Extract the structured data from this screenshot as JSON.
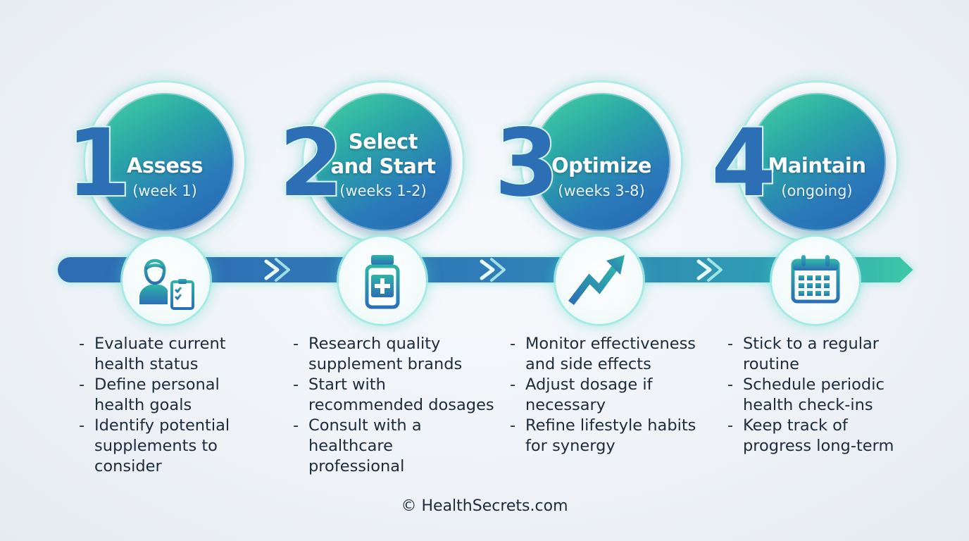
{
  "steps": [
    {
      "number": "1",
      "title_lines": [
        "Assess"
      ],
      "subtitle": "(week 1)",
      "icon": "person-clipboard-icon",
      "bullets": [
        [
          "Evaluate current",
          "health status"
        ],
        [
          "Define personal",
          "health goals"
        ],
        [
          "Identify potential",
          "supplements to",
          "consider"
        ]
      ]
    },
    {
      "number": "2",
      "title_lines": [
        "Select",
        "and Start"
      ],
      "subtitle": "(weeks 1-2)",
      "icon": "medicine-bottle-icon",
      "bullets": [
        [
          "Research quality",
          "supplement brands"
        ],
        [
          "Start with",
          "recommended dosages"
        ],
        [
          "Consult with a",
          "healthcare",
          "professional"
        ]
      ]
    },
    {
      "number": "3",
      "title_lines": [
        "Optimize"
      ],
      "subtitle": "(weeks 3-8)",
      "icon": "trend-up-arrow-icon",
      "bullets": [
        [
          "Monitor effectiveness",
          "and side effects"
        ],
        [
          "Adjust dosage if",
          "necessary"
        ],
        [
          "Refine lifestyle habits",
          "for synergy"
        ]
      ]
    },
    {
      "number": "4",
      "title_lines": [
        "Maintain"
      ],
      "subtitle": "(ongoing)",
      "icon": "calendar-icon",
      "bullets": [
        [
          "Stick to a regular",
          "routine"
        ],
        [
          "Schedule periodic",
          "health check-ins"
        ],
        [
          "Keep track of",
          "progress long-term"
        ]
      ]
    }
  ],
  "bullet_marker": "-",
  "footer": "© HealthSecrets.com",
  "colors": {
    "circle_gradient_start": "#47d3a3",
    "circle_gradient_end": "#2667b0",
    "number_blue": "#2c6fb5",
    "timeline_blue": "#2f6fb4",
    "timeline_teal": "#3ec9a8",
    "glow_teal": "#5fe0d2",
    "text_dark": "#1c2b3c"
  }
}
